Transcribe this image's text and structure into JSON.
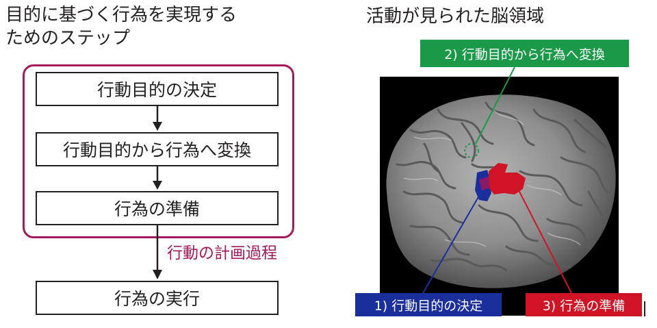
{
  "left_panel": {
    "title_line1": "目的に基づく行為を実現する",
    "title_line2": "ためのステップ",
    "steps": [
      {
        "label": "行動目的の決定"
      },
      {
        "label": "行動目的から行為へ変換"
      },
      {
        "label": "行為の準備"
      },
      {
        "label": "行為の実行"
      }
    ],
    "group_label": "行動の計画過程"
  },
  "right_panel": {
    "title": "活動が見られた脳領域",
    "regions": [
      {
        "label": "2) 行動目的から行為へ変換",
        "color": "#1a9a48"
      },
      {
        "label": "1) 行動目的の決定",
        "color": "#1b2f9c"
      },
      {
        "label": "3) 行為の準備",
        "color": "#cf1425"
      }
    ]
  },
  "colors": {
    "group_frame": "#a3195b",
    "arrow": "#231f20",
    "brain_bg": "#000000"
  }
}
